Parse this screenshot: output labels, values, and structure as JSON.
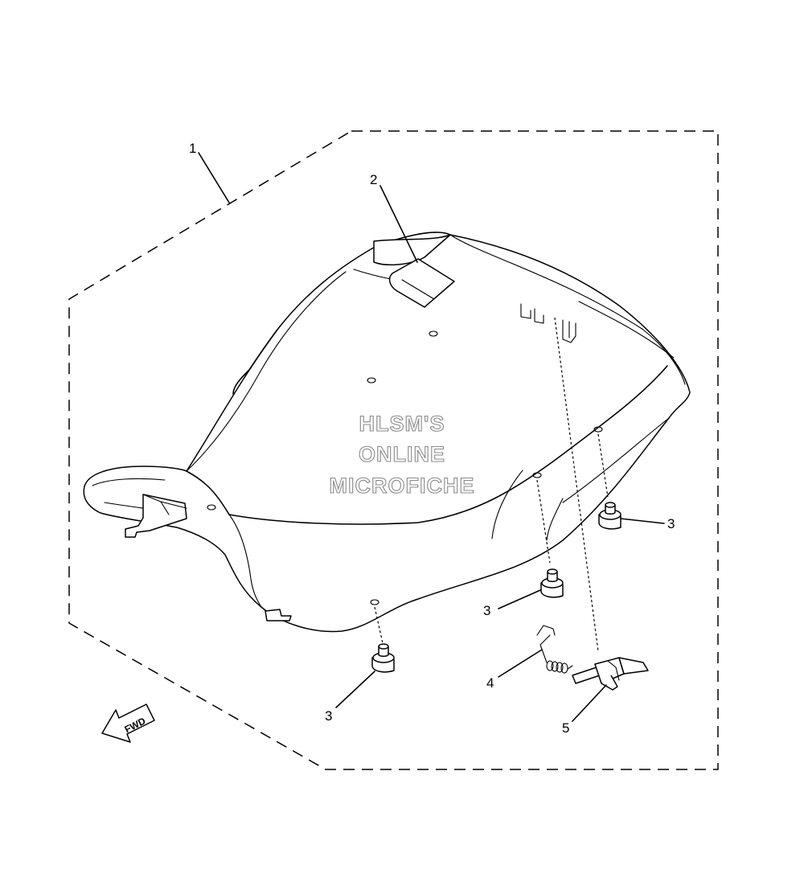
{
  "callouts": {
    "c1": "1",
    "c2": "2",
    "c3a": "3",
    "c3b": "3",
    "c3c": "3",
    "c4": "4",
    "c5": "5"
  },
  "watermark": {
    "line1": "HLSM'S",
    "line2": "ONLINE",
    "line3": "MICROFICHE"
  },
  "fwd_label": "FWD"
}
